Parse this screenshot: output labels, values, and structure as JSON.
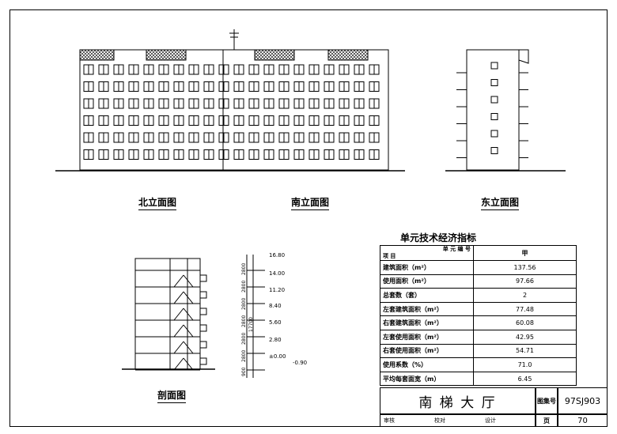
{
  "views": {
    "north": "北立面图",
    "south": "南立面图",
    "east": "东立面图",
    "section": "剖面图"
  },
  "section_levels": [
    "16.80",
    "14.00",
    "11.20",
    "8.40",
    "5.60",
    "2.80",
    "±0.00",
    "-0.90"
  ],
  "section_dims": {
    "floors": [
      "2800",
      "2800",
      "2800",
      "2800",
      "2800",
      "2800"
    ],
    "total": "17700",
    "base": "900"
  },
  "table": {
    "title": "单元技术经济指标",
    "header_unit": "单 元 编 号",
    "header_item": "项   目",
    "header_value": "甲",
    "rows": [
      {
        "label": "建筑面积（m²）",
        "value": "137.56"
      },
      {
        "label": "使用面积（m²）",
        "value": "97.66"
      },
      {
        "label": "总套数（套）",
        "value": "2"
      },
      {
        "label": "左套建筑面积（m²）",
        "value": "77.48"
      },
      {
        "label": "右套建筑面积（m²）",
        "value": "60.08"
      },
      {
        "label": "左套使用面积（m²）",
        "value": "42.95"
      },
      {
        "label": "右套使用面积（m²）",
        "value": "54.71"
      },
      {
        "label": "使用系数（%）",
        "value": "71.0"
      },
      {
        "label": "平均每套面宽（m）",
        "value": "6.45"
      }
    ]
  },
  "title_block": {
    "name": "南 梯 大 厅",
    "atlas_label": "图集号",
    "atlas_no": "97SJ903",
    "review": "审核",
    "check": "校对",
    "draw": "设计",
    "page_label": "页",
    "page_no": "70"
  }
}
